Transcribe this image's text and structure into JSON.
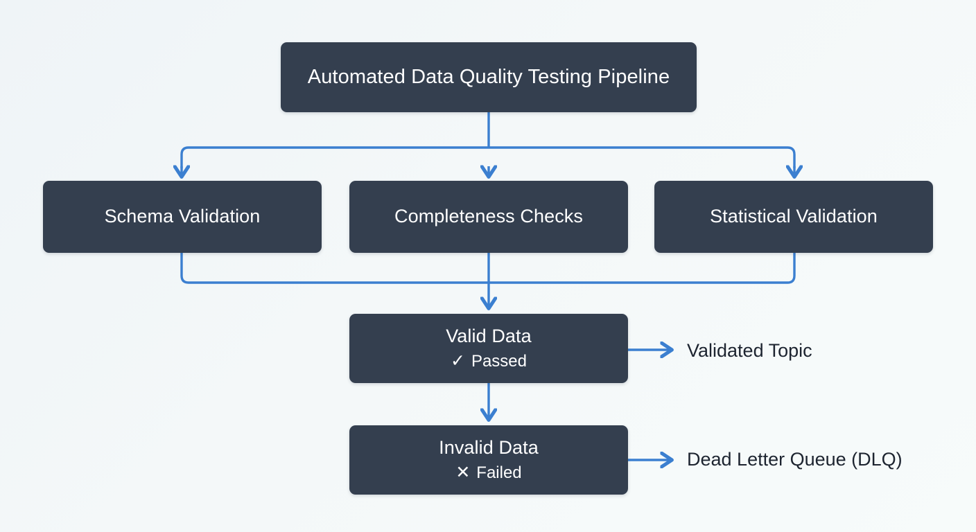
{
  "diagram": {
    "type": "flowchart",
    "background_color": "#f2f6f8",
    "node_color": "#343f4f",
    "connector_color": "#3b7fd0",
    "text_color": "#ffffff",
    "label_color": "#1d2430",
    "root": {
      "label": "Automated Data Quality Testing Pipeline"
    },
    "validators": [
      {
        "label": "Schema Validation"
      },
      {
        "label": "Completeness Checks"
      },
      {
        "label": "Statistical Validation"
      }
    ],
    "outcomes": [
      {
        "label": "Valid Data",
        "status_icon": "check-icon",
        "status_glyph": "✓",
        "status_text": "Passed",
        "target_label": "Validated Topic"
      },
      {
        "label": "Invalid Data",
        "status_icon": "cross-icon",
        "status_glyph": "✕",
        "status_text": "Failed",
        "target_label": "Dead Letter Queue (DLQ)"
      }
    ]
  }
}
